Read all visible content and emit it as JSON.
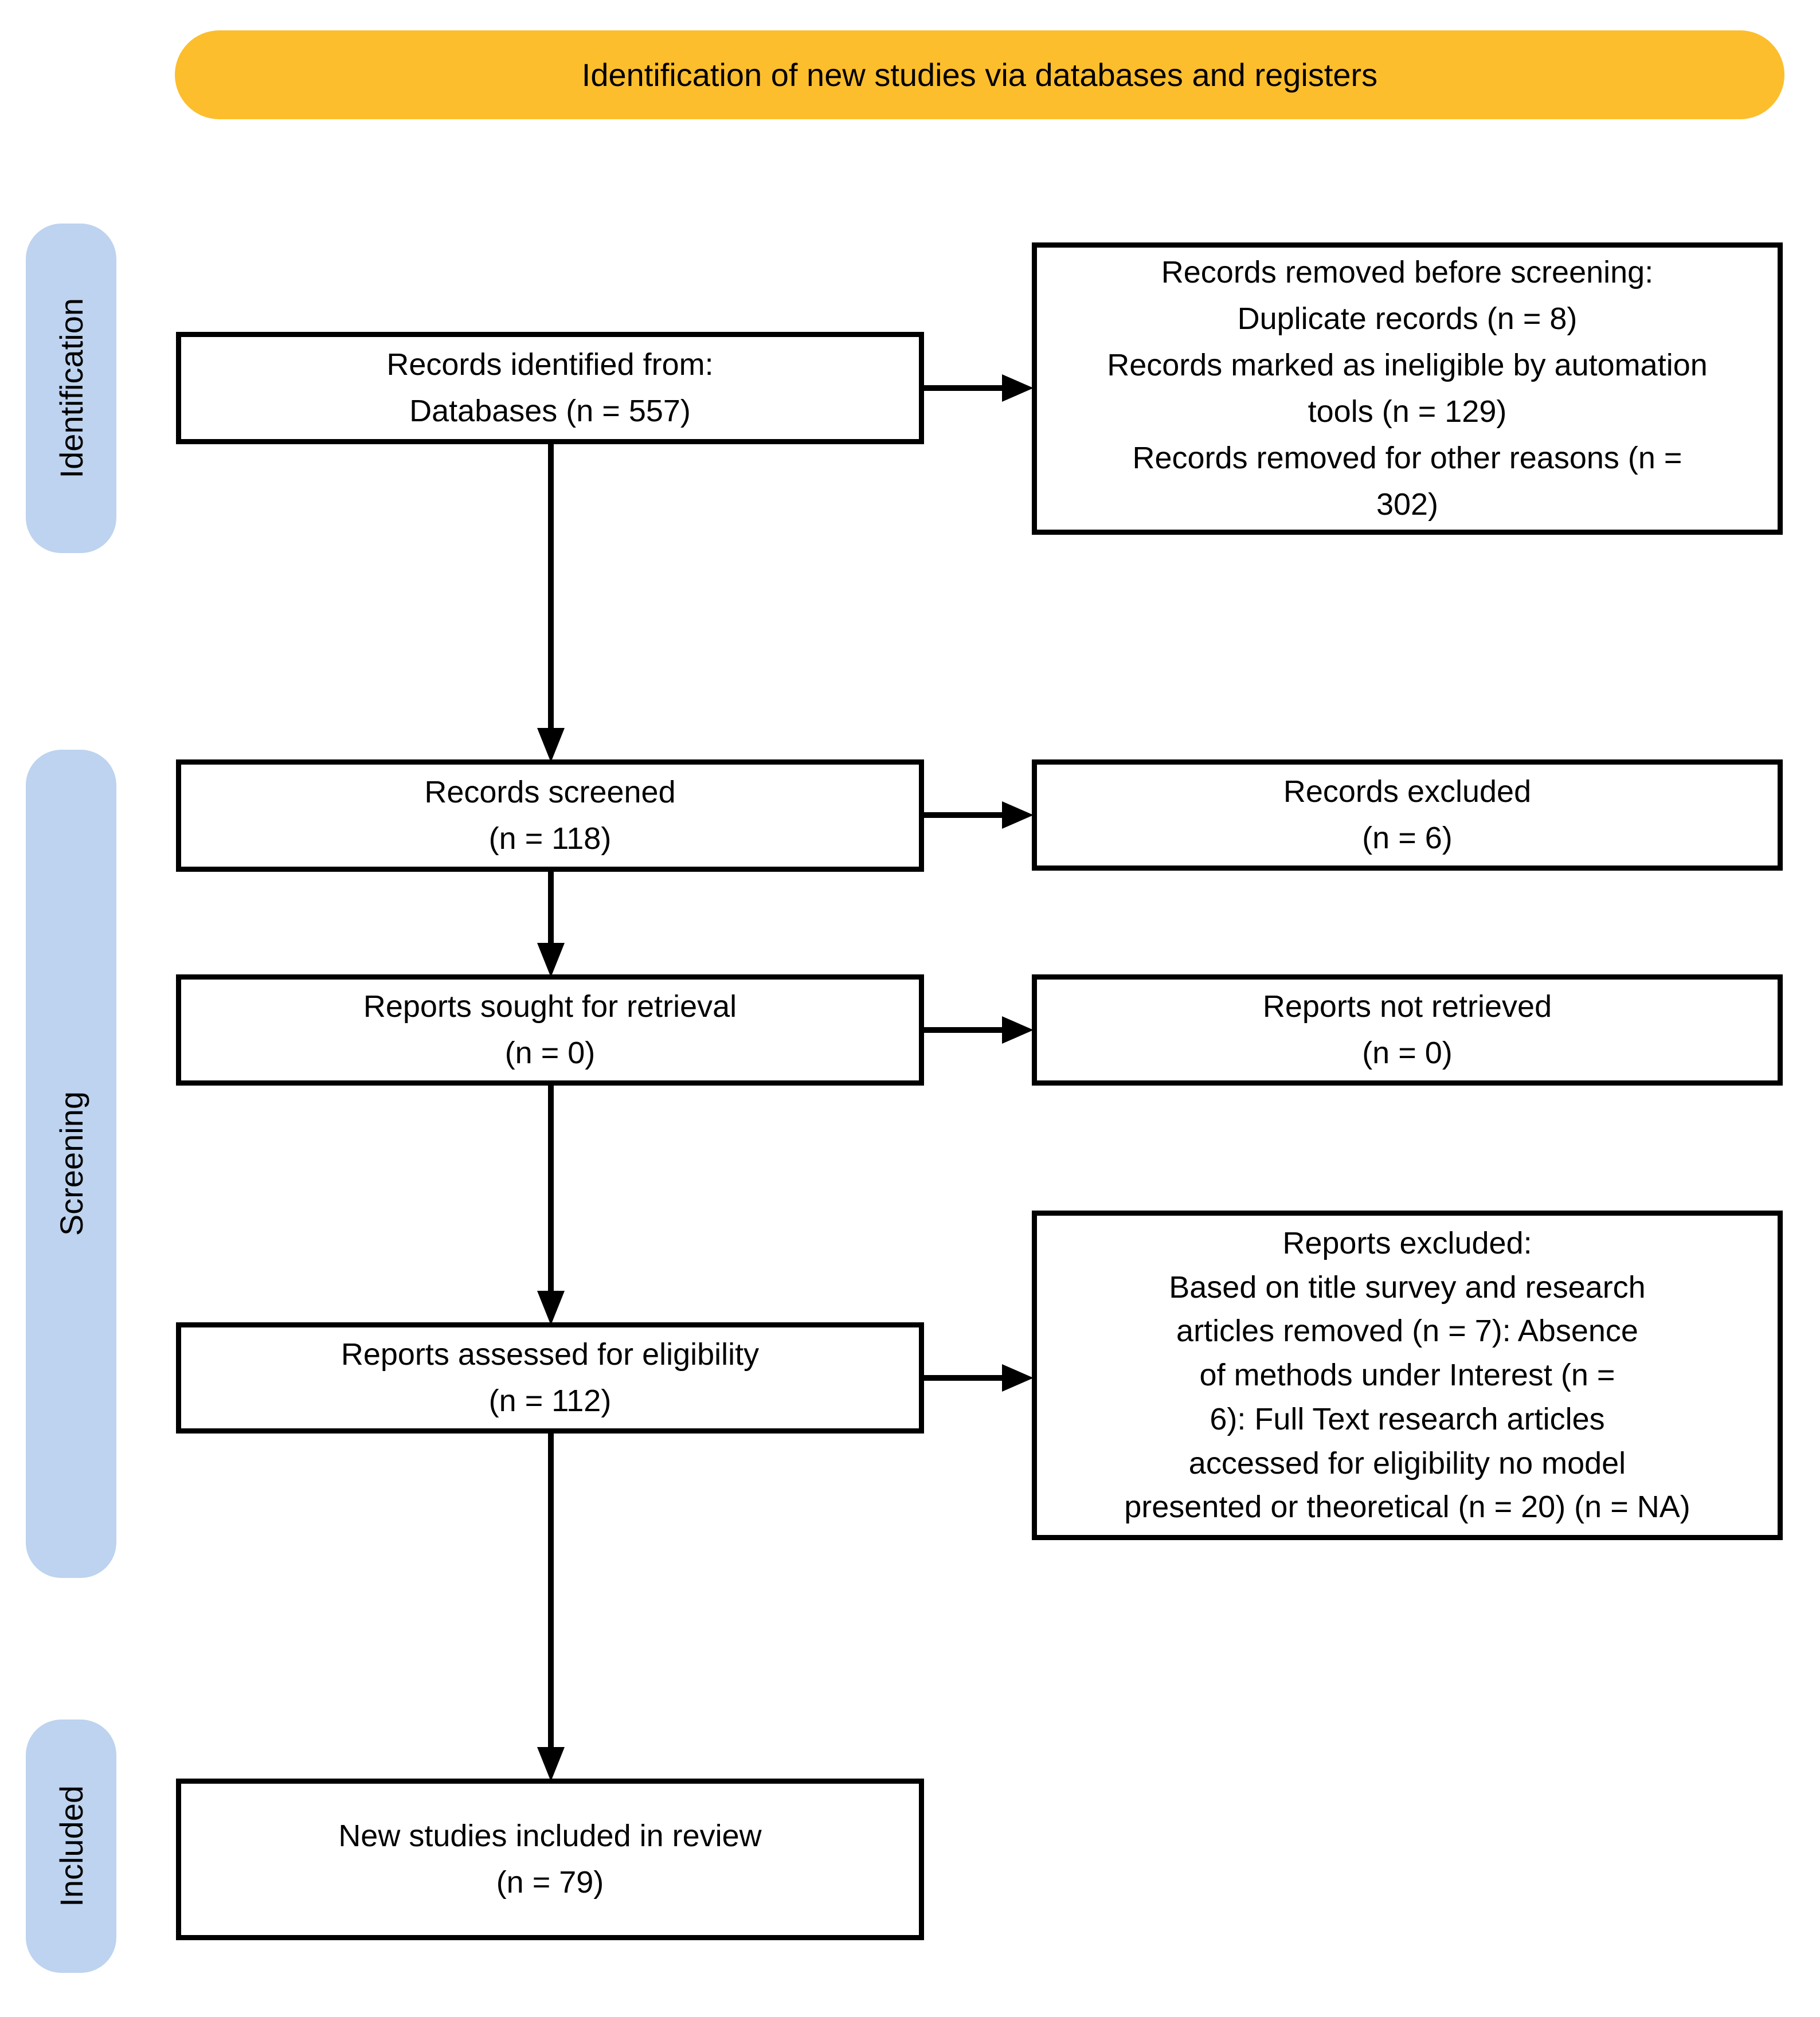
{
  "colors": {
    "banner_bg": "#FCBE2C",
    "stage_bg": "#BDD3EF",
    "box_border": "#000000",
    "arrow": "#000000"
  },
  "banner": {
    "label": "Identification of new studies via databases and registers"
  },
  "stages": {
    "identification": "Identification",
    "screening": "Screening",
    "included": "Included"
  },
  "boxes": {
    "records_identified": "Records identified from:\nDatabases (n = 557)",
    "records_removed": "Records removed before screening:\nDuplicate records (n = 8)\nRecords marked as ineligible by automation\ntools (n = 129)\nRecords removed for other reasons (n =\n302)",
    "records_screened": "Records screened\n(n = 118)",
    "records_excluded": "Records excluded\n(n = 6)",
    "reports_sought": "Reports sought for retrieval\n(n = 0)",
    "reports_not_retrieved": "Reports not retrieved\n(n = 0)",
    "reports_assessed": "Reports assessed for eligibility\n(n = 112)",
    "reports_excluded": "Reports excluded:\nBased on title survey and research\narticles removed (n = 7): Absence\nof methods under Interest (n =\n6): Full Text research articles\naccessed for eligibility no model\npresented or theoretical (n = 20) (n = NA)",
    "new_studies": "New studies included in review\n(n = 79)"
  }
}
